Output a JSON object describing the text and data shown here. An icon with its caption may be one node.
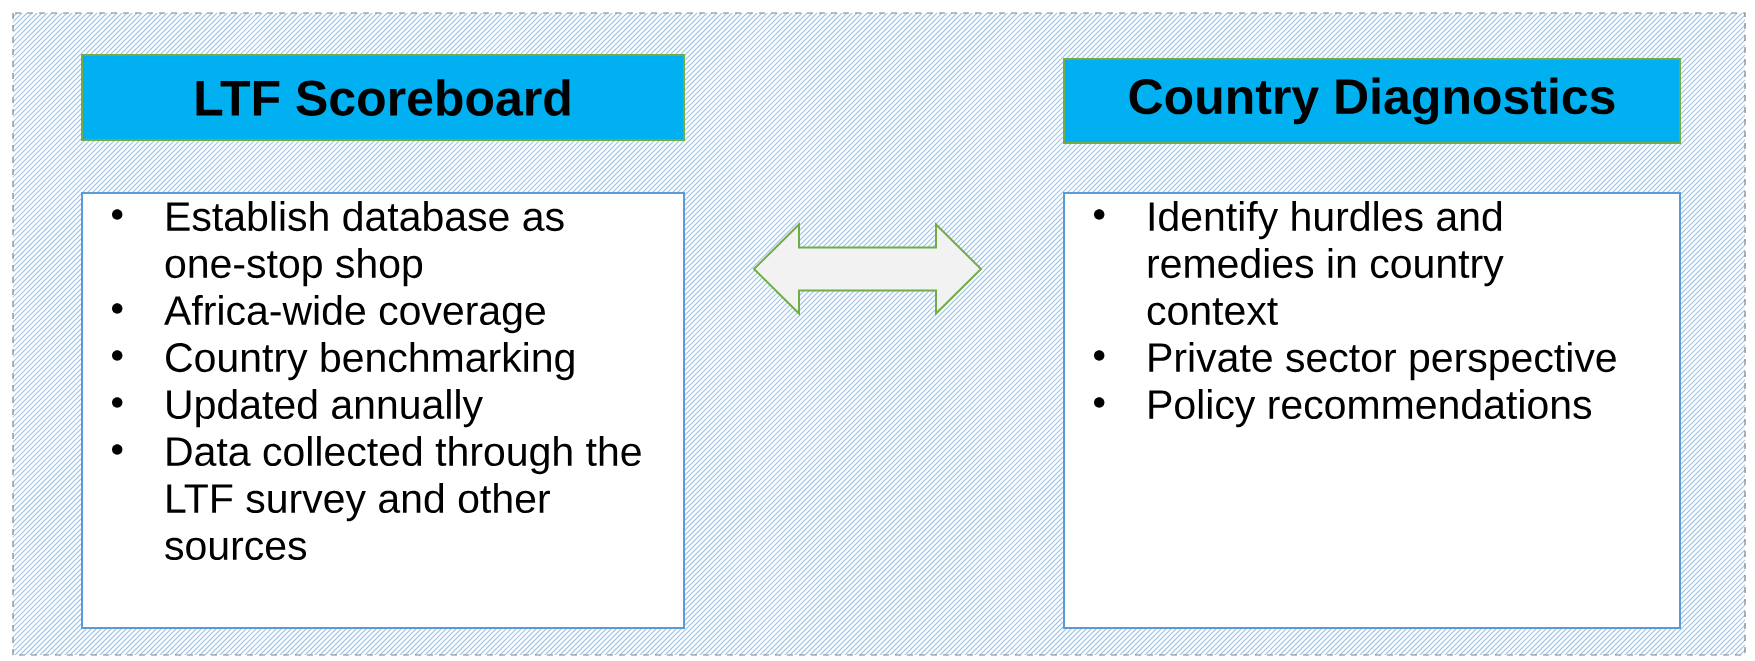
{
  "diagram": {
    "nodes": [
      {
        "text": [
          "LTF Scoreboard"
        ]
      },
      {
        "text": [
          "Establish database as one-stop shop",
          "Africa-wide coverage",
          "Country benchmarking",
          "Updated annually",
          "Data collected through the LTF survey and other sources"
        ]
      },
      {
        "text": [
          "Country Diagnostics"
        ]
      },
      {
        "text": [
          "Identify hurdles and remedies in country context",
          "Private sector perspective",
          "Policy recommendations"
        ]
      }
    ],
    "edges": [
      {
        "from": 1,
        "to": 3,
        "arrow": "both"
      }
    ]
  }
}
